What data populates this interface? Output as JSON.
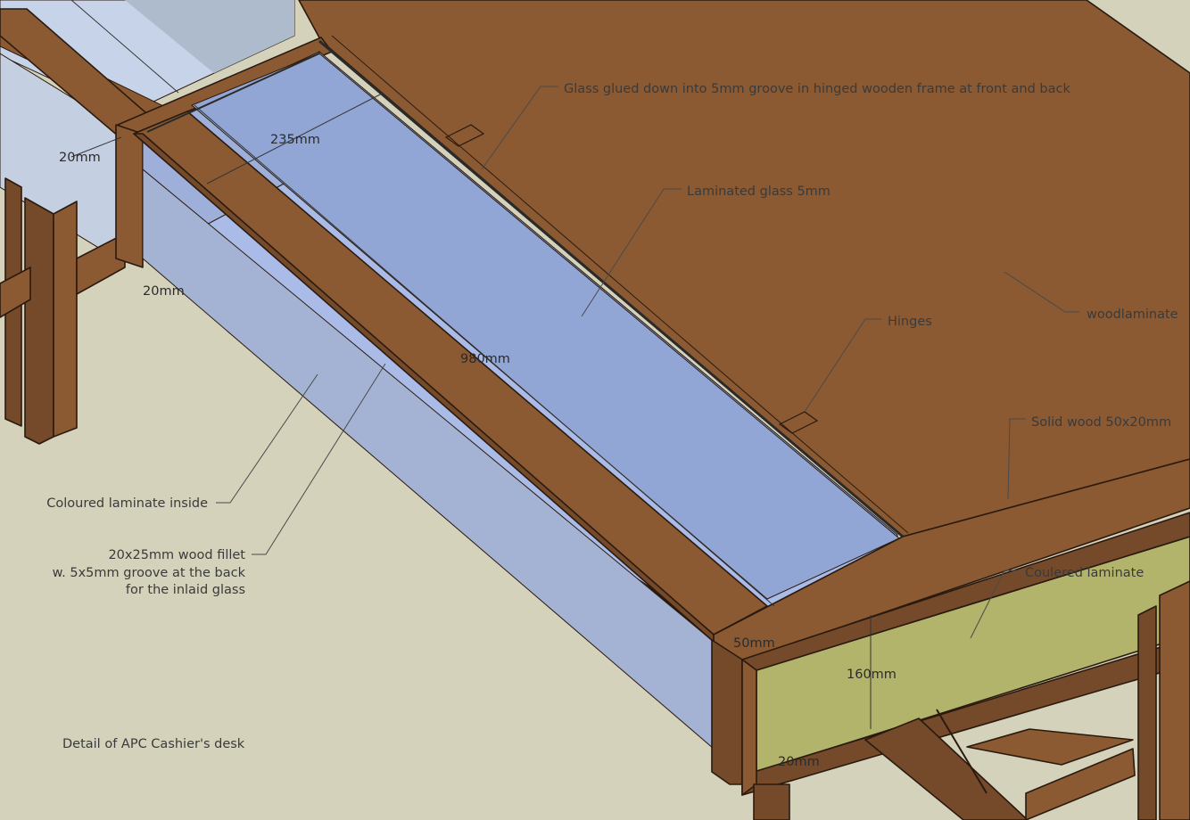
{
  "colors": {
    "background": "#d5d2bb",
    "wood_top": "#8b5a33",
    "wood_side": "#744a2b",
    "wood_dark": "#5e3b22",
    "glass_light": "#aab9e4",
    "glass_mid": "#93a6d6",
    "glass_side": "#a3b3d3",
    "left_glass": "#c7d3e8",
    "laminate": "#b3b46b"
  },
  "labels": {
    "glass_glued": "Glass glued down into 5mm groove in hinged wooden frame at front and back",
    "laminated_glass": "Laminated glass 5mm",
    "woodlaminate": "woodlaminate",
    "hinges": "Hinges",
    "solid_wood": "Solid wood 50x20mm",
    "coloured_inside": "Coloured laminate inside",
    "fillet_line1": "20x25mm wood fillet",
    "fillet_line2": "w. 5x5mm groove at the back",
    "fillet_line3": "for the inlaid glass",
    "coulered_laminate": "Coulered laminate",
    "caption": "Detail of APC Cashier's desk"
  },
  "dimensions": {
    "d_235": "235mm",
    "d_980": "980mm",
    "d_20_top": "20mm",
    "d_20_left": "20mm",
    "d_50": "50mm",
    "d_160": "160mm",
    "d_20_bottom": "20mm"
  }
}
